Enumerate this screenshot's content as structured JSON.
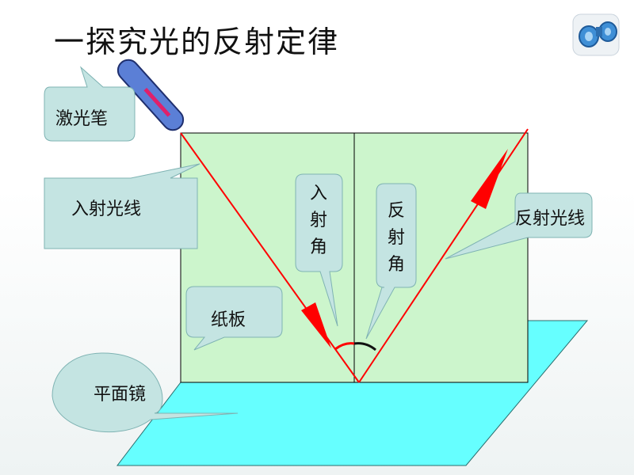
{
  "title": "一探究光的反射定律",
  "labels": {
    "laser_pen": "激光笔",
    "incident_ray": "入射光线",
    "incidence_angle": "入射角",
    "reflection_angle": "反射角",
    "reflected_ray": "反射光线",
    "paper_board": "纸板",
    "plane_mirror": "平面镜"
  },
  "colors": {
    "board_fill": "#ccf5cc",
    "mirror_fill": "#66ffff",
    "callout_fill": "#c4e4e2",
    "callout_stroke": "#7fb3b3",
    "ray": "#ff0000",
    "laser_body": "#5b7fd6"
  },
  "icons": [
    "binoculars-icon"
  ]
}
